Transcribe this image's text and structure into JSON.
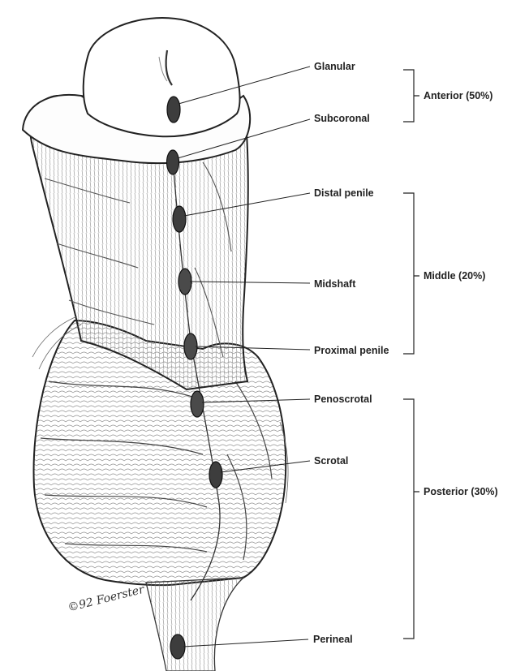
{
  "labels": {
    "glanular": "Glanular",
    "subcoronal": "Subcoronal",
    "distal_penile": "Distal penile",
    "midshaft": "Midshaft",
    "proximal_penile": "Proximal penile",
    "penoscrotal": "Penoscrotal",
    "scrotal": "Scrotal",
    "perineal": "Perineal"
  },
  "groups": {
    "anterior": "Anterior (50%)",
    "middle": "Middle (20%)",
    "posterior": "Posterior (30%)"
  },
  "signature": "©92 Foerster"
}
